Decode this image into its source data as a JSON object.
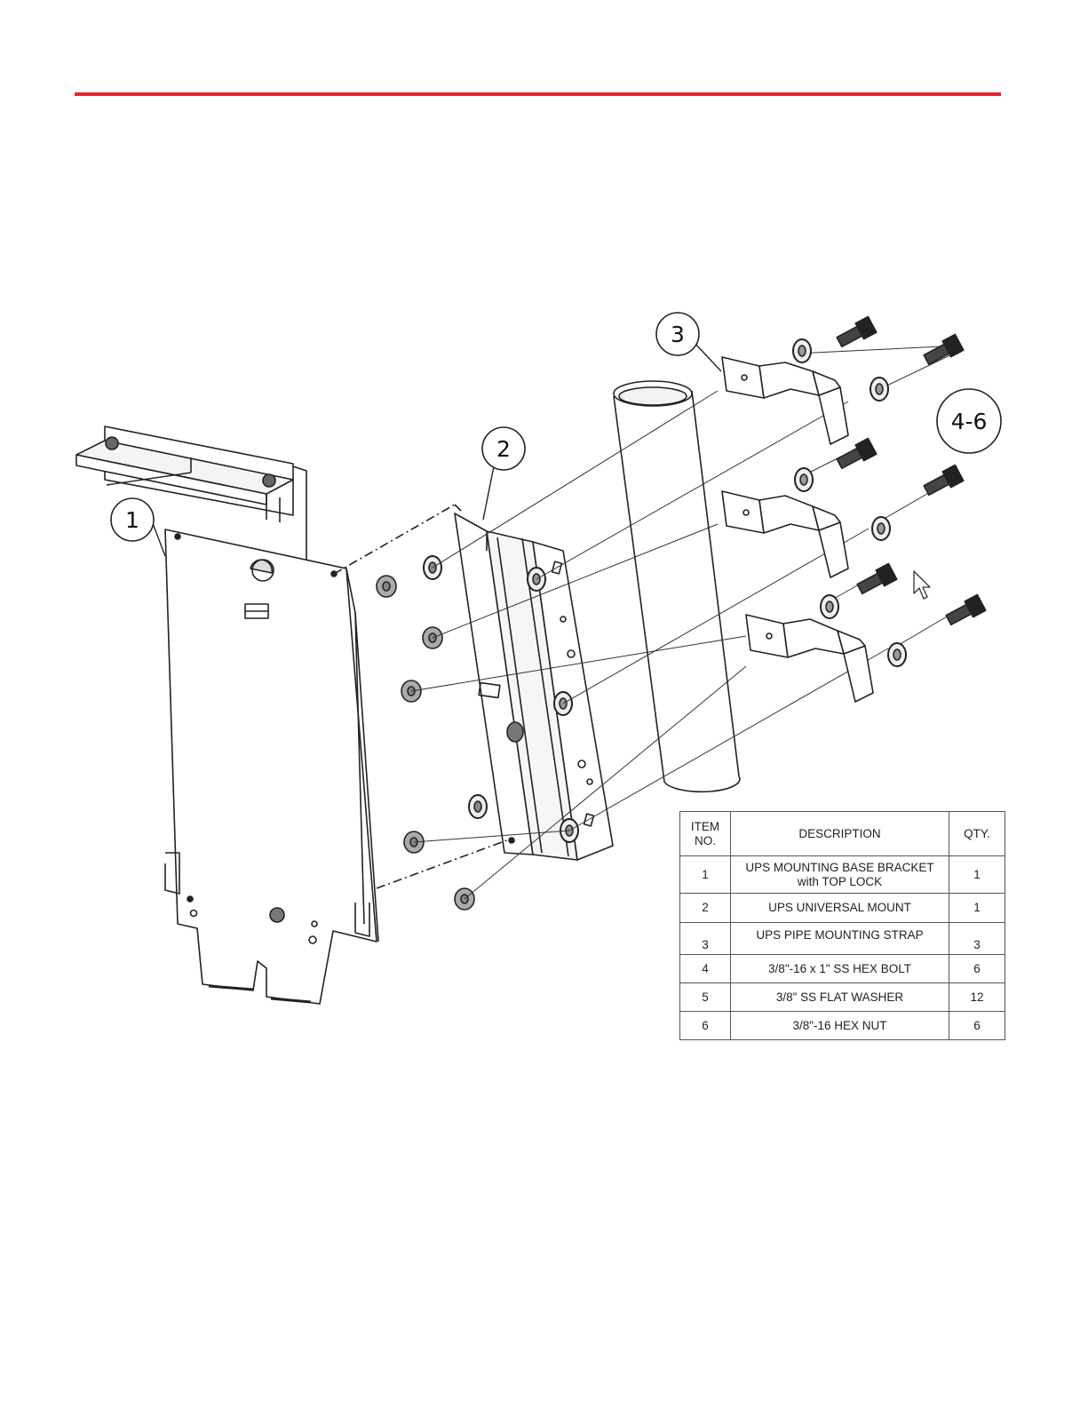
{
  "header": {
    "rule_color": "#e3262e"
  },
  "callouts": [
    {
      "label": "1"
    },
    {
      "label": "2"
    },
    {
      "label": "3"
    },
    {
      "label": "4-6"
    }
  ],
  "bom": {
    "headers": {
      "item": "ITEM NO.",
      "description": "DESCRIPTION",
      "qty": "QTY."
    },
    "rows": [
      {
        "item": "1",
        "description_line1": "UPS MOUNTING BASE BRACKET",
        "description_line2": "with TOP LOCK",
        "qty": "1"
      },
      {
        "item": "2",
        "description_line1": "UPS UNIVERSAL MOUNT",
        "qty": "1"
      },
      {
        "item": "3",
        "description_line1": "UPS PIPE MOUNTING STRAP",
        "qty": "3"
      },
      {
        "item": "4",
        "description_line1": "3/8\"-16 x 1\" SS HEX BOLT",
        "qty": "6"
      },
      {
        "item": "5",
        "description_line1": "3/8\" SS FLAT WASHER",
        "qty": "12"
      },
      {
        "item": "6",
        "description_line1": "3/8\"-16 HEX NUT",
        "qty": "6"
      }
    ]
  },
  "icons": {
    "cursor": "mouse-pointer-icon"
  }
}
